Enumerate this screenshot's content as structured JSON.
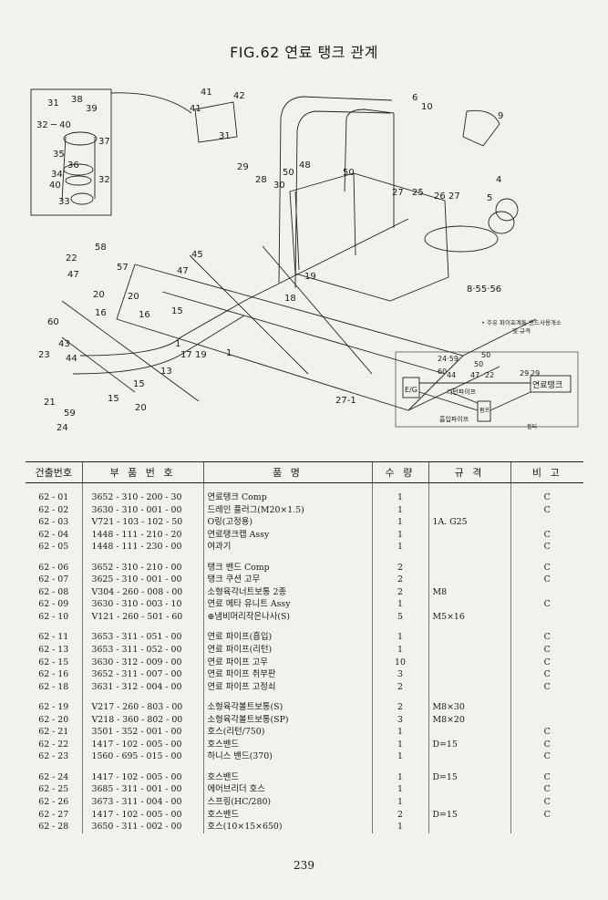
{
  "title": "FIG.62 연료 탱크 관계",
  "page_number": "239",
  "diagram": {
    "labels": [
      "31",
      "38",
      "39",
      "32",
      "40",
      "37",
      "35",
      "36",
      "34",
      "40",
      "32",
      "33",
      "41",
      "42",
      "41",
      "31",
      "6",
      "10",
      "9",
      "29",
      "28",
      "30",
      "50",
      "48",
      "50",
      "27",
      "25",
      "26",
      "27",
      "4",
      "5",
      "58",
      "22",
      "57",
      "47",
      "45",
      "47",
      "15",
      "19",
      "18",
      "8·55·56",
      "20",
      "20",
      "16",
      "16",
      "15",
      "60",
      "43",
      "23",
      "44",
      "13",
      "1",
      "17",
      "19",
      "1",
      "15",
      "21",
      "59",
      "20",
      "24",
      "24·59",
      "50",
      "50",
      "29",
      "29",
      "60",
      "44",
      "47",
      "22",
      "E/G",
      "연료탱크",
      "리턴파이프",
      "흡입파이프",
      "필터",
      "펌프"
    ],
    "note_lines": [
      "• 주유 파이프계통 밴드사용개소",
      "및 규격"
    ]
  },
  "table": {
    "headers": [
      "건출번호",
      "부 품 번 호",
      "품 명",
      "수 량",
      "규 격",
      "비 고"
    ],
    "groups": [
      [
        {
          "no": "62 - 01",
          "part": "3652 - 310 - 200 - 30",
          "name": "연료탱크 Comp",
          "qty": "1",
          "spec": "",
          "note": "C"
        },
        {
          "no": "62 - 02",
          "part": "3630 - 310 - 001 - 00",
          "name": "드레인 플러그(M20×1.5)",
          "qty": "1",
          "spec": "",
          "note": "C"
        },
        {
          "no": "62 - 03",
          "part": "V721 - 103 - 102 - 50",
          "name": "O링(고정용)",
          "qty": "1",
          "spec": "1A. G25",
          "note": ""
        },
        {
          "no": "62 - 04",
          "part": "1448 - 111 - 210 - 20",
          "name": "연료탱크캡 Assy",
          "qty": "1",
          "spec": "",
          "note": "C"
        },
        {
          "no": "62 - 05",
          "part": "1448 - 111 - 230 - 00",
          "name": "여과기",
          "qty": "1",
          "spec": "",
          "note": "C"
        }
      ],
      [
        {
          "no": "62 - 06",
          "part": "3652 - 310 - 210 - 00",
          "name": "탱크 밴드 Comp",
          "qty": "2",
          "spec": "",
          "note": "C"
        },
        {
          "no": "62 - 07",
          "part": "3625 - 310 - 001 - 00",
          "name": "탱크 쿠션 고무",
          "qty": "2",
          "spec": "",
          "note": "C"
        },
        {
          "no": "62 - 08",
          "part": "V304 - 260 - 008 - 00",
          "name": "소형육각너트보통 2종",
          "qty": "2",
          "spec": "M8",
          "note": ""
        },
        {
          "no": "62 - 09",
          "part": "3630 - 310 - 003 - 10",
          "name": "연료 메타 유니트 Assy",
          "qty": "1",
          "spec": "",
          "note": "C"
        },
        {
          "no": "62 - 10",
          "part": "V121 - 260 - 501 - 60",
          "name": "⊕냄비머리작은나사(S)",
          "qty": "5",
          "spec": "M5×16",
          "note": ""
        }
      ],
      [
        {
          "no": "62 - 11",
          "part": "3653 - 311 - 051 - 00",
          "name": "연료 파이프(흡입)",
          "qty": "1",
          "spec": "",
          "note": "C"
        },
        {
          "no": "62 - 13",
          "part": "3653 - 311 - 052 - 00",
          "name": "연료 파이프(리턴)",
          "qty": "1",
          "spec": "",
          "note": "C"
        },
        {
          "no": "62 - 15",
          "part": "3630 - 312 - 009 - 00",
          "name": "연료 파이프 고무",
          "qty": "10",
          "spec": "",
          "note": "C"
        },
        {
          "no": "62 - 16",
          "part": "3652 - 311 - 007 - 00",
          "name": "연료 파이프 취부판",
          "qty": "3",
          "spec": "",
          "note": "C"
        },
        {
          "no": "62 - 18",
          "part": "3631 - 312 - 004 - 00",
          "name": "연료 파이프 고정쇠",
          "qty": "2",
          "spec": "",
          "note": "C"
        }
      ],
      [
        {
          "no": "62 - 19",
          "part": "V217 - 260 - 803 - 00",
          "name": "소형육각볼트보통(S)",
          "qty": "2",
          "spec": "M8×30",
          "note": ""
        },
        {
          "no": "62 - 20",
          "part": "V218 - 360 - 802 - 00",
          "name": "소형육각볼트보통(SP)",
          "qty": "3",
          "spec": "M8×20",
          "note": ""
        },
        {
          "no": "62 - 21",
          "part": "3501 - 352 - 001 - 00",
          "name": "호스(리턴/750)",
          "qty": "1",
          "spec": "",
          "note": "C"
        },
        {
          "no": "62 - 22",
          "part": "1417 - 102 - 005 - 00",
          "name": "호스밴드",
          "qty": "1",
          "spec": "D=15",
          "note": "C"
        },
        {
          "no": "62 - 23",
          "part": "1560 - 695 - 015 - 00",
          "name": "하니스 밴드(370)",
          "qty": "1",
          "spec": "",
          "note": "C"
        }
      ],
      [
        {
          "no": "62 - 24",
          "part": "1417 - 102 - 005 - 00",
          "name": "호스밴드",
          "qty": "1",
          "spec": "D=15",
          "note": "C"
        },
        {
          "no": "62 - 25",
          "part": "3685 - 311 - 001 - 00",
          "name": "에어브리더 호스",
          "qty": "1",
          "spec": "",
          "note": "C"
        },
        {
          "no": "62 - 26",
          "part": "3673 - 311 - 004 - 00",
          "name": "스프링(HC/280)",
          "qty": "1",
          "spec": "",
          "note": "C"
        },
        {
          "no": "62 - 27",
          "part": "1417 - 102 - 005 - 00",
          "name": "호스밴드",
          "qty": "2",
          "spec": "D=15",
          "note": "C"
        },
        {
          "no": "62 - 28",
          "part": "3650 - 311 - 002 - 00",
          "name": "호스(10×15×650)",
          "qty": "1",
          "spec": "",
          "note": ""
        }
      ]
    ]
  }
}
